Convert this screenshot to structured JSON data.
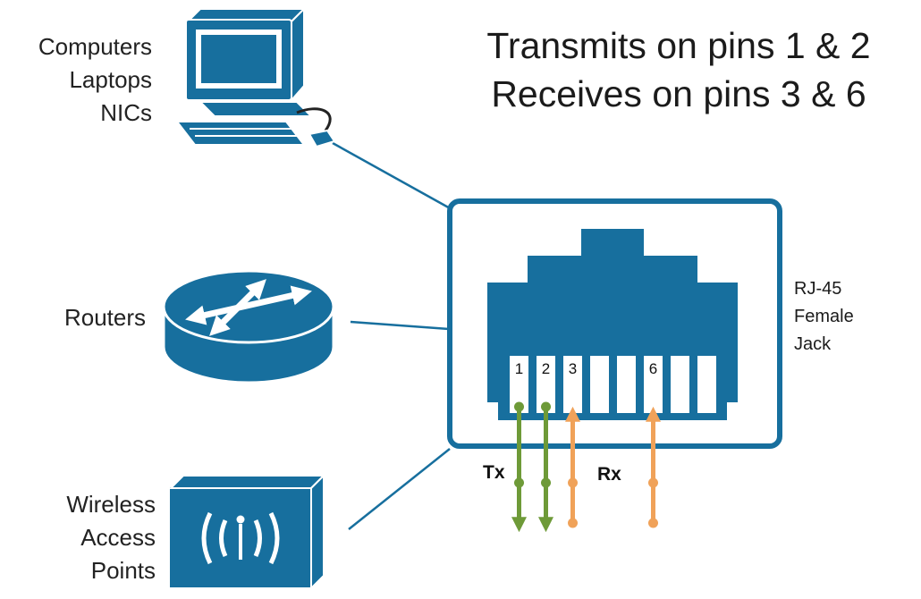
{
  "title": {
    "line1": "Transmits on pins 1 & 2",
    "line2": "Receives on pins 3 & 6"
  },
  "devices": {
    "computers": {
      "label_lines": [
        "Computers",
        "Laptops",
        "NICs"
      ]
    },
    "routers": {
      "label_lines": [
        "Routers"
      ]
    },
    "wireless_access_points": {
      "label_lines": [
        "Wireless",
        "Access",
        "Points"
      ]
    }
  },
  "jack": {
    "label_lines": [
      "RJ-45",
      "Female",
      "Jack"
    ],
    "pin_numbers": [
      "1",
      "2",
      "3",
      "",
      "",
      "6",
      "",
      ""
    ],
    "pin_count": 8
  },
  "signals": {
    "tx_label": "Tx",
    "rx_label": "Rx",
    "tx_pins": "1 & 2",
    "rx_pins": "3 & 6",
    "tx_color": "#6e9a38",
    "rx_color": "#f0a259"
  },
  "colors": {
    "primary": "#176f9e",
    "text": "#1b1b1b",
    "background": "#ffffff"
  }
}
